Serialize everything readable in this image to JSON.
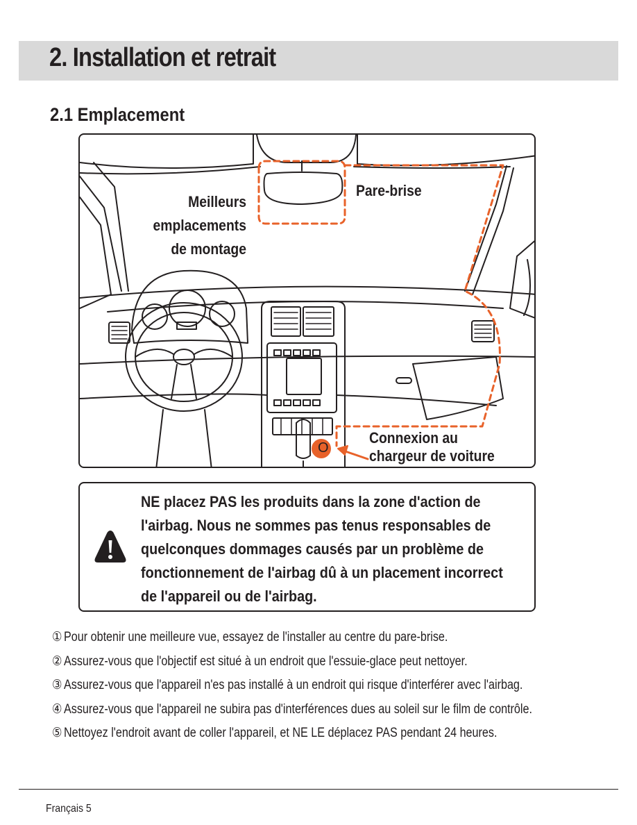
{
  "header": {
    "title": "2. Installation et retrait"
  },
  "section": {
    "title": "2.1  Emplacement"
  },
  "illustration": {
    "label_best_mounting": [
      "Meilleurs",
      "emplacements",
      "de montage"
    ],
    "label_windshield": "Pare-brise",
    "label_charger": [
      "Connexion au",
      "chargeur de voiture"
    ],
    "marker": "O",
    "accent_color": "#e8622a"
  },
  "warning": {
    "icon": "warning-triangle-icon",
    "text": "NE placez PAS les produits dans la zone d'action de l'airbag. Nous ne sommes pas tenus responsables de quelconques dommages causés par un problème de fonctionnement de l'airbag dû à un placement incorrect de l'appareil ou de l'airbag."
  },
  "tips": [
    {
      "num": "①",
      "text": "Pour obtenir une meilleure vue, essayez de l'installer au centre du pare-brise."
    },
    {
      "num": "②",
      "text": "Assurez-vous que l'objectif est situé à un endroit que l'essuie-glace peut nettoyer."
    },
    {
      "num": "③",
      "text": "Assurez-vous que l'appareil n'es pas installé à un endroit qui risque d'interférer avec l'airbag."
    },
    {
      "num": "④",
      "text": "Assurez-vous que l'appareil ne subira pas d'interférences dues au soleil sur le film de contrôle."
    },
    {
      "num": "⑤",
      "text": "Nettoyez l'endroit avant de coller l'appareil, et NE LE déplacez PAS pendant 24 heures."
    }
  ],
  "footer": {
    "page_label": "Français 5"
  }
}
